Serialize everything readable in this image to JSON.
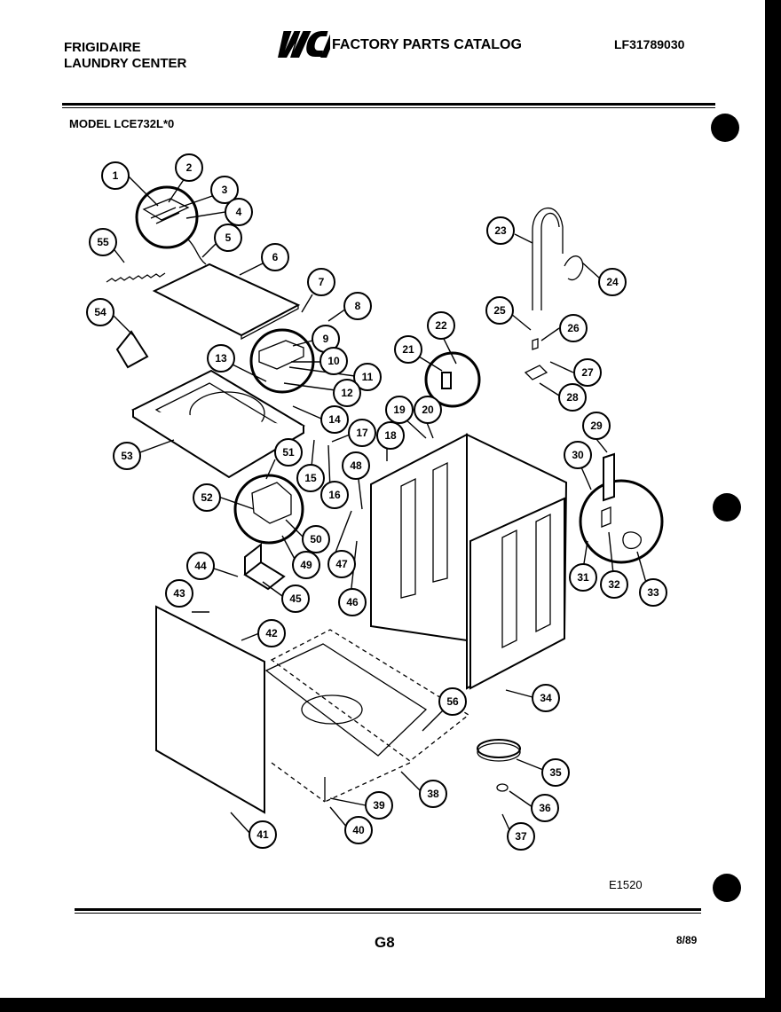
{
  "header": {
    "brand_line1": "FRIGIDAIRE",
    "brand_line2": "LAUNDRY CENTER",
    "logo_text": "WCI",
    "catalog_title": "FACTORY PARTS CATALOG",
    "part_number": "LF31789030",
    "model": "MODEL LCE732L*0"
  },
  "footer": {
    "figure_code": "E1520",
    "page": "G8",
    "date": "8/89"
  },
  "callouts": [
    "1",
    "2",
    "3",
    "4",
    "5",
    "6",
    "7",
    "8",
    "9",
    "10",
    "11",
    "12",
    "13",
    "14",
    "15",
    "16",
    "17",
    "18",
    "19",
    "20",
    "21",
    "22",
    "23",
    "24",
    "25",
    "26",
    "27",
    "28",
    "29",
    "30",
    "31",
    "32",
    "33",
    "34",
    "35",
    "36",
    "37",
    "38",
    "39",
    "40",
    "41",
    "42",
    "43",
    "44",
    "45",
    "46",
    "47",
    "48",
    "49",
    "50",
    "51",
    "52",
    "53",
    "54",
    "55",
    "56"
  ]
}
